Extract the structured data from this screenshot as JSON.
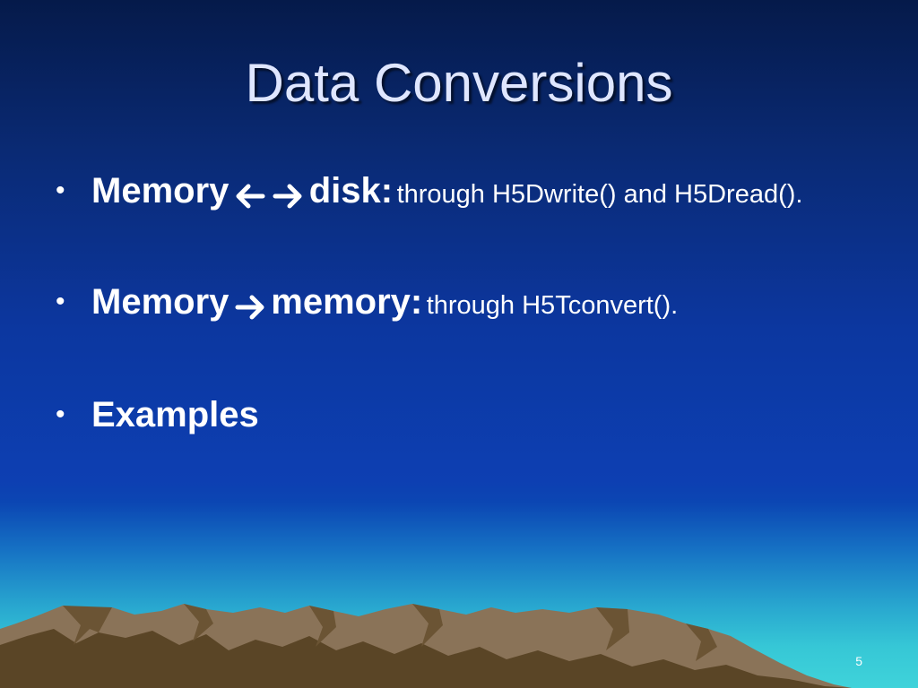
{
  "slide": {
    "title": "Data Conversions",
    "page_number": "5",
    "colors": {
      "background_top": "#051a4a",
      "background_mid": "#0d3fb2",
      "horizon": "#3fd3da",
      "title_text": "#dfe6ff",
      "body_text": "#ffffff",
      "mountain": "#8a7358",
      "mountain_shadow": "#5a4526"
    },
    "bullets": [
      {
        "lead_1": "Memory",
        "arrow_1": "left-arrow-icon",
        "arrow_2": "right-arrow-icon",
        "lead_2": "disk:",
        "detail": "through H5Dwrite() and H5Dread()."
      },
      {
        "lead_1": "Memory",
        "arrow_1": "right-arrow-icon",
        "lead_2": "memory:",
        "detail": "through H5Tconvert()."
      },
      {
        "lead_1": "Examples"
      }
    ]
  }
}
